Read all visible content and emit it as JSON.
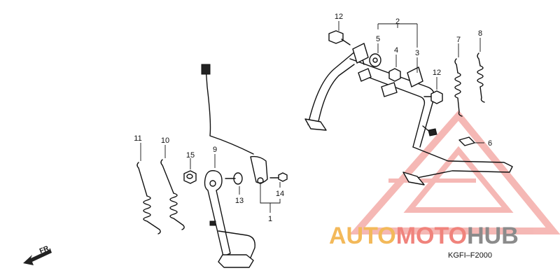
{
  "diagram": {
    "part_callouts": [
      "1",
      "2",
      "3",
      "4",
      "5",
      "6",
      "7",
      "8",
      "9",
      "10",
      "11",
      "12",
      "12",
      "13",
      "14",
      "15"
    ],
    "direction_label": "FR.",
    "figure_code": "KGFI–F2000"
  },
  "watermark": {
    "brand_part1": "AUTO",
    "brand_part2": "MOTO",
    "brand_part3": "HUB",
    "colors": {
      "orange": "#f3b95a",
      "red": "#f0837c",
      "gray": "#8b8b8b"
    }
  }
}
